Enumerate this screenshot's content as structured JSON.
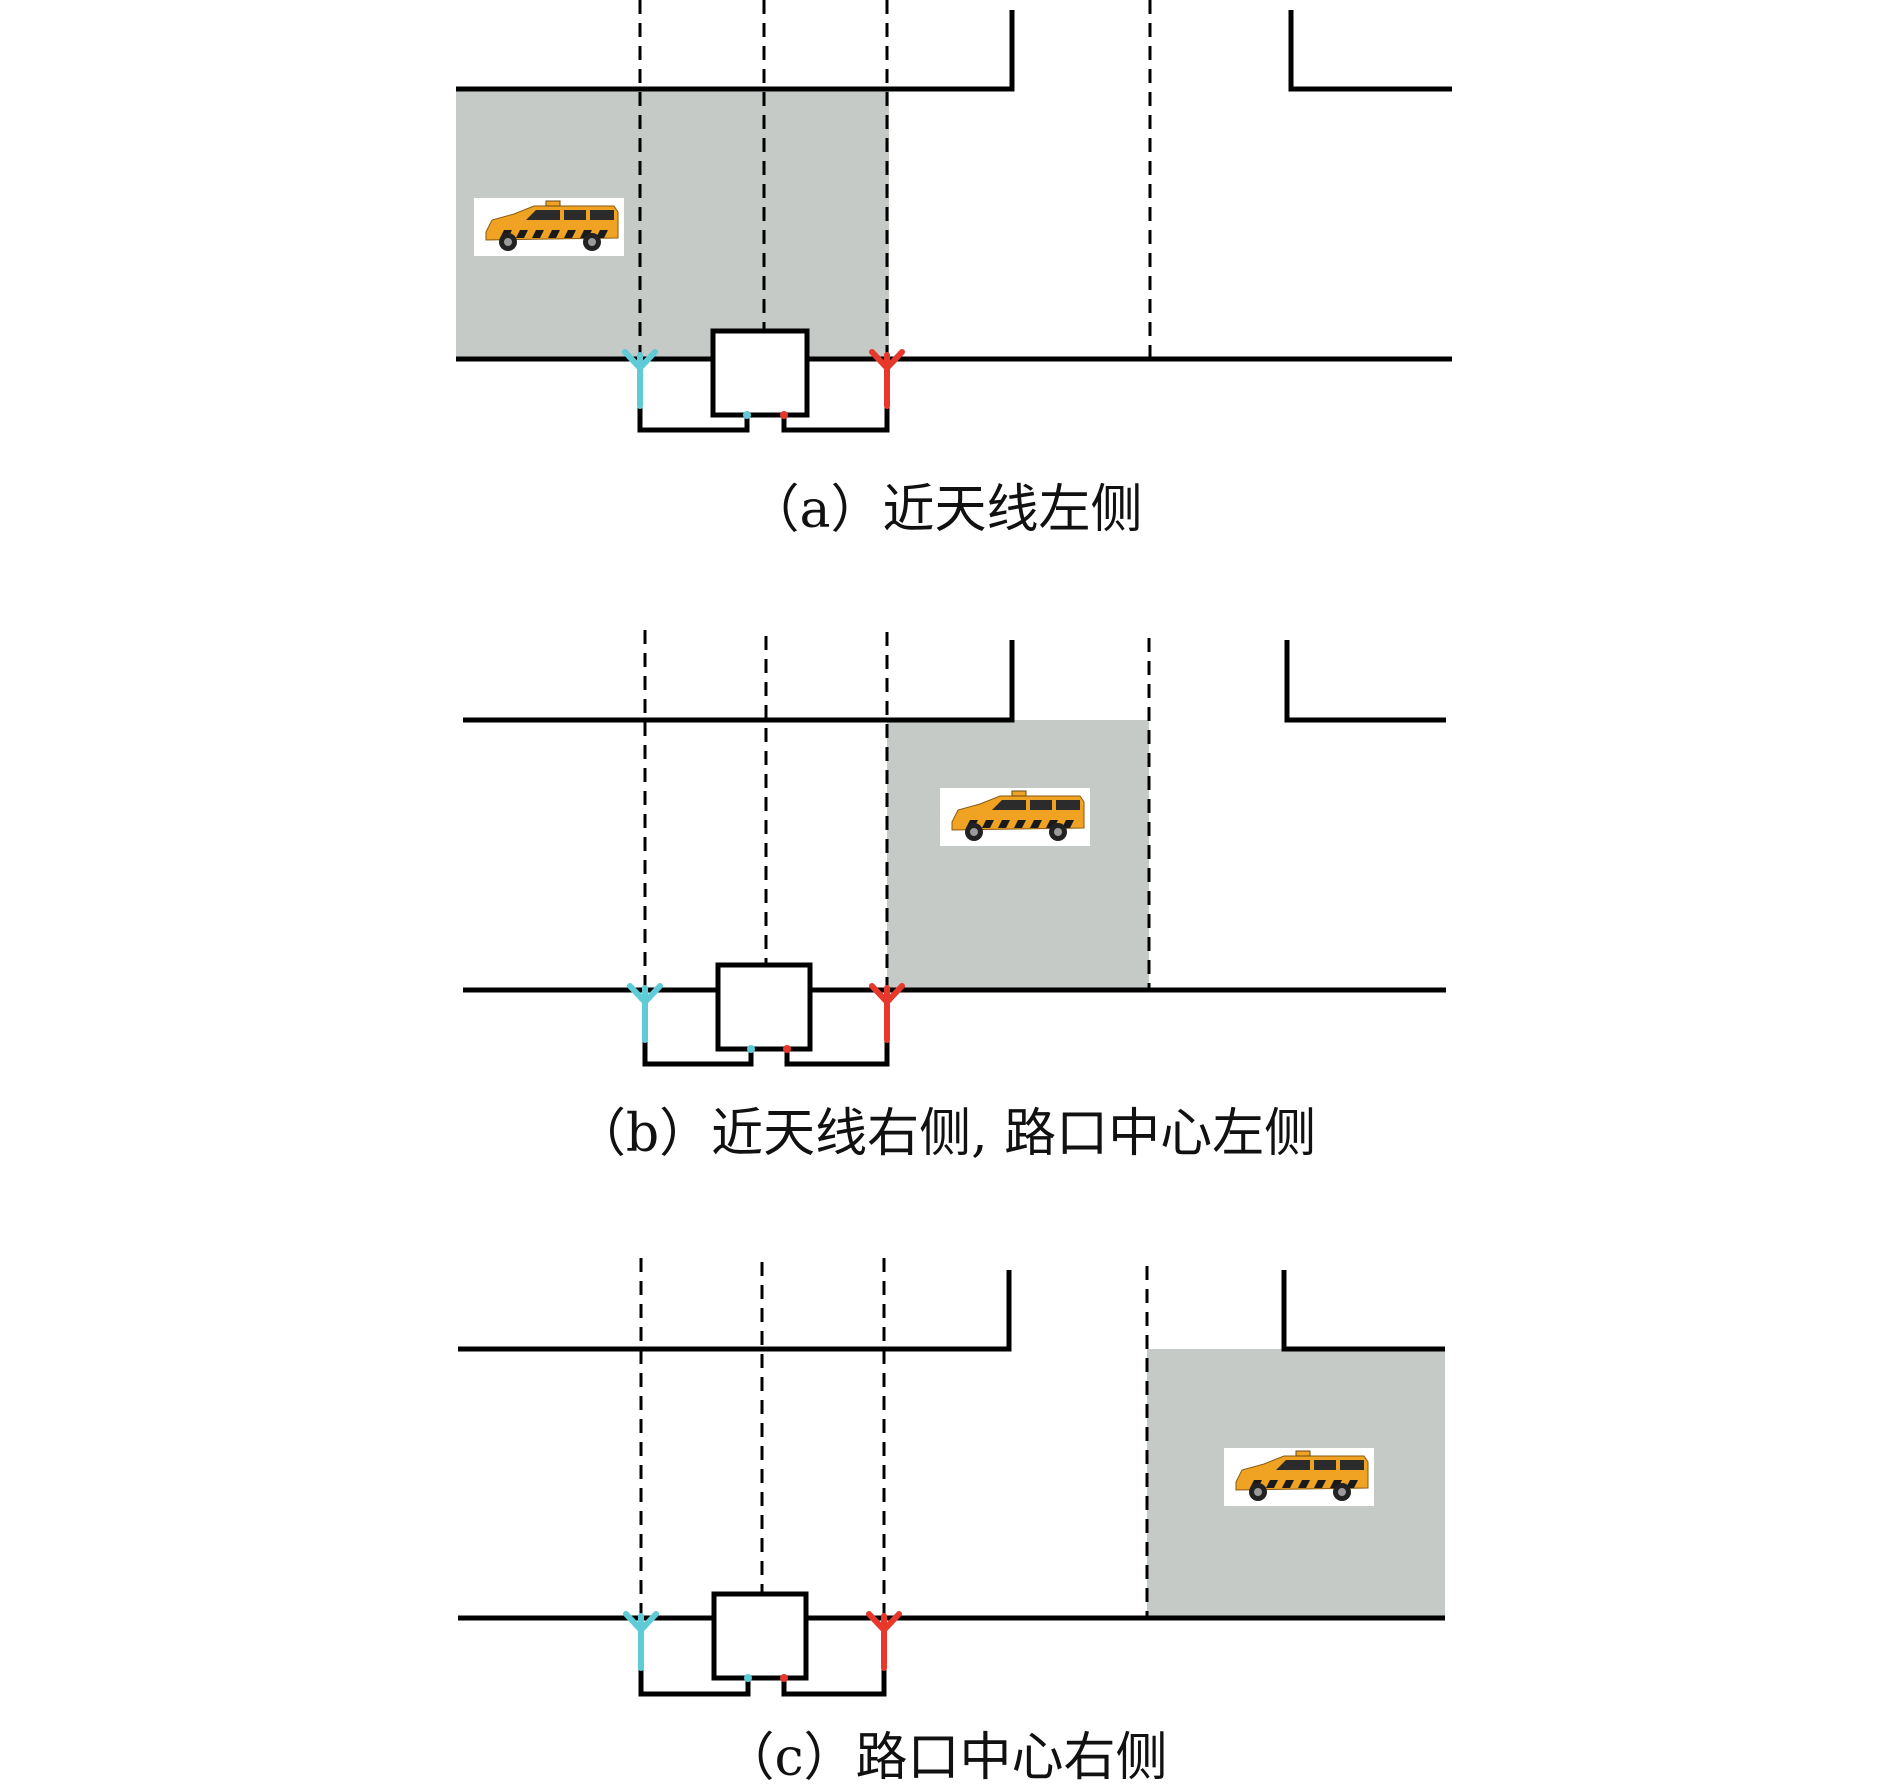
{
  "colors": {
    "road": "#000000",
    "zone": "#c6cac7",
    "antenna_left": "#5ecbd6",
    "antenna_right": "#e8382c",
    "car_body": "#f0a323",
    "car_stripe": "#1a1a1a",
    "window": "#2b2b2b"
  },
  "icons": {
    "antenna_left": "antenna-icon",
    "antenna_right": "antenna-icon",
    "vehicle": "car-icon"
  },
  "panels": [
    {
      "id": "a",
      "caption": "（a）近天线左侧",
      "vehicle_zone": "left-of-near-antenna"
    },
    {
      "id": "b",
      "caption": "（b）近天线右侧, 路口中心左侧",
      "vehicle_zone": "right-of-near-antenna-left-of-intersection-center"
    },
    {
      "id": "c",
      "caption": "（c）路口中心右侧",
      "vehicle_zone": "right-of-intersection-center"
    }
  ]
}
